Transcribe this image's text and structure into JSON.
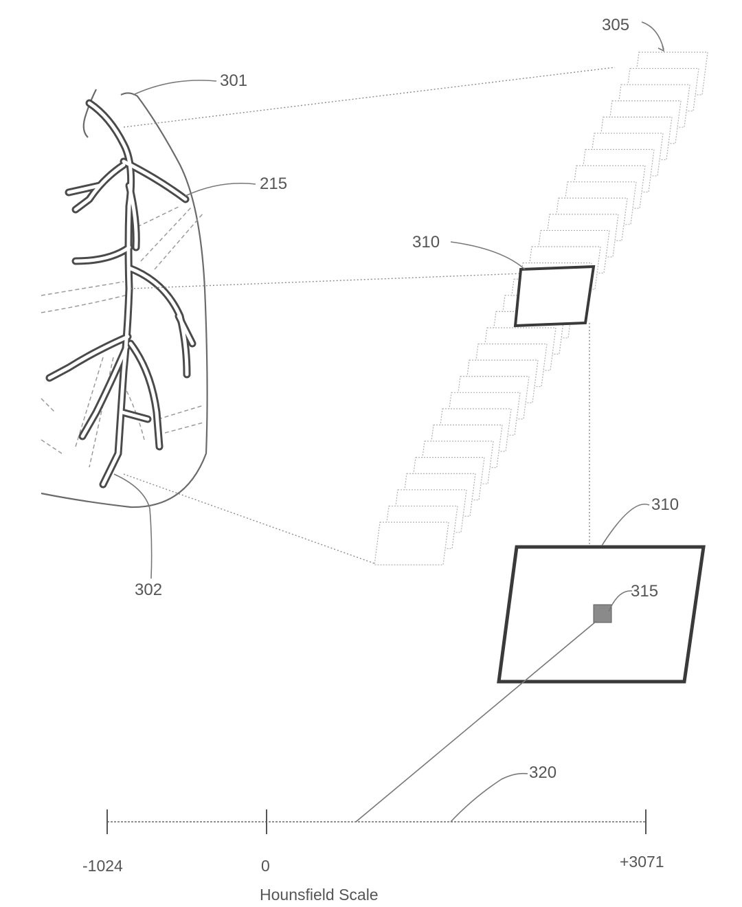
{
  "figure": {
    "labels": {
      "ref_301": "301",
      "ref_215": "215",
      "ref_302": "302",
      "ref_305": "305",
      "ref_310_stack": "310",
      "ref_310_enlarged": "310",
      "ref_315": "315",
      "ref_320": "320"
    },
    "scale": {
      "ticks": [
        "-1024",
        "0",
        "+3071"
      ],
      "title": "Hounsfield Scale"
    }
  }
}
